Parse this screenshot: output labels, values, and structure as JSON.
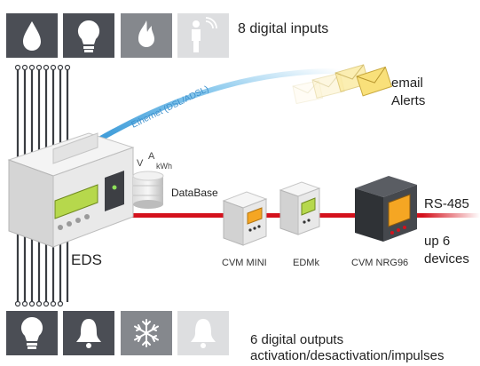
{
  "inputs": {
    "caption": "8 digital inputs",
    "icons": [
      "water-drop-icon",
      "light-bulb-icon",
      "flame-icon",
      "person-presence-icon"
    ]
  },
  "outputs": {
    "caption_line1": "6 digital outputs",
    "caption_line2": "activation/desactivation/impulses",
    "icons": [
      "light-bulb-icon",
      "bell-icon",
      "snowflake-icon",
      "bell-icon"
    ]
  },
  "ethernet_label": "Ethernet (DSL/ADSL)",
  "email": {
    "line1": "email",
    "line2": "Alerts"
  },
  "eds_label": "EDS",
  "database_label": "DataBase",
  "units": {
    "v": "V",
    "a": "A",
    "kwh": "kWh"
  },
  "devices": [
    {
      "name": "CVM MINI"
    },
    {
      "name": "EDMk"
    },
    {
      "name": "CVM NRG96"
    }
  ],
  "bus": {
    "label": "RS-485",
    "line1": "up 6",
    "line2": "devices"
  },
  "colors": {
    "icon_box_1": "#4b4e55",
    "icon_box_2": "#85888d",
    "icon_box_3": "#b6b8bb",
    "icon_box_4": "#dddee0",
    "bus_red": "#d4111c",
    "ethernet_blue": "#5aaee0",
    "lcd_green": "#b6d84c",
    "lcd_orange": "#f5a623"
  }
}
